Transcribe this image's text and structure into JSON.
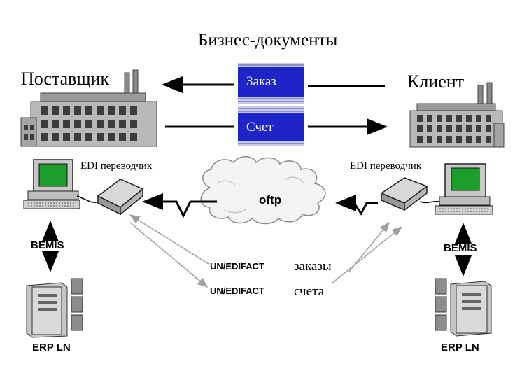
{
  "title": "Бизнес-документы",
  "supplier": {
    "label": "Поставщик",
    "translator": "EDI переводчик",
    "bemis": "BEMIS",
    "erp": "ERP LN"
  },
  "client": {
    "label": "Клиент",
    "translator": "EDI переводчик",
    "bemis": "BEMIS",
    "erp": "ERP LN"
  },
  "documents": {
    "order": "Заказ",
    "invoice": "Счет"
  },
  "network": {
    "cloud_label": "oftp"
  },
  "messages": [
    {
      "standard": "UN/EDIFACT",
      "label": "заказы"
    },
    {
      "standard": "UN/EDIFACT",
      "label": "счета"
    }
  ],
  "colors": {
    "document_box": "#1f24c8",
    "screen": "#1c9e2a",
    "arrow": "#000000",
    "thin_arrow": "#9a9a9a"
  }
}
